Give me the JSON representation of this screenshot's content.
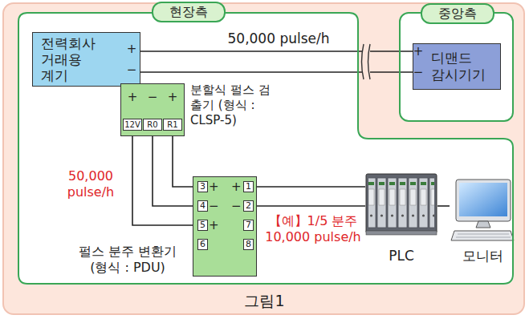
{
  "diagram": {
    "caption": "그림1",
    "nodes": [
      {
        "text": [
          "현장측"
        ]
      },
      {
        "text": [
          "전력회사 거래용 계기"
        ],
        "in": 0
      },
      {
        "text": [
          "분할식 펄스 검출기 (형식 : CLSP-5)"
        ],
        "in": 0
      },
      {
        "text": [
          "펄스 분주 변환기 (형식 : PDU)"
        ],
        "in": 0
      },
      {
        "text": [
          "PLC"
        ],
        "in": 0
      },
      {
        "text": [
          "모니터"
        ],
        "in": 0
      },
      {
        "text": [
          "중앙측"
        ]
      },
      {
        "text": [
          "디맨드 감시기기"
        ],
        "in": 6
      }
    ],
    "edges": [
      {
        "from": 1,
        "to": 7,
        "arrow": "none",
        "label": "50,000 pulse/h"
      },
      {
        "from": 2,
        "to": 3,
        "arrow": "none",
        "label": "50,000 pulse/h"
      },
      {
        "from": 3,
        "to": 4,
        "arrow": "none",
        "label": "【예】1/5 분주 10,000 pulse/h"
      },
      {
        "from": 4,
        "to": 5,
        "arrow": "none"
      }
    ],
    "labels": [
      "+",
      "−",
      "+",
      "−",
      "+",
      "−",
      "+",
      "12V",
      "R0",
      "R1",
      "3",
      "+",
      "+",
      "1",
      "4",
      "−",
      "−",
      "2",
      "5",
      "+",
      "7",
      "6",
      "8"
    ]
  }
}
